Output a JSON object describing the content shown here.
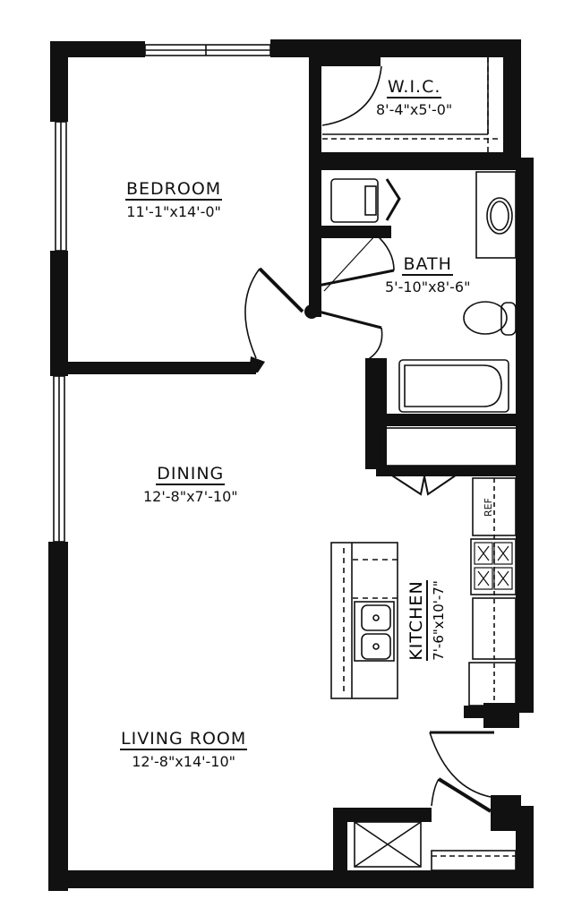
{
  "plan": {
    "type": "apartment floor plan",
    "rooms": [
      {
        "id": "wic",
        "name": "W.I.C.",
        "dimensions": "8'-4\"x5'-0\""
      },
      {
        "id": "bedroom",
        "name": "BEDROOM",
        "dimensions": "11'-1\"x14'-0\""
      },
      {
        "id": "bath",
        "name": "BATH",
        "dimensions": "5'-10\"x8'-6\""
      },
      {
        "id": "dining",
        "name": "DINING",
        "dimensions": "12'-8\"x7'-10\""
      },
      {
        "id": "kitchen",
        "name": "KITCHEN",
        "dimensions": "7'-6\"x10'-7\""
      },
      {
        "id": "living",
        "name": "LIVING ROOM",
        "dimensions": "12'-8\"x14'-10\""
      }
    ],
    "appliance_labels": {
      "refrigerator": "REF"
    },
    "colors": {
      "wall": "#111111",
      "background": "#ffffff",
      "line": "#111111"
    }
  }
}
